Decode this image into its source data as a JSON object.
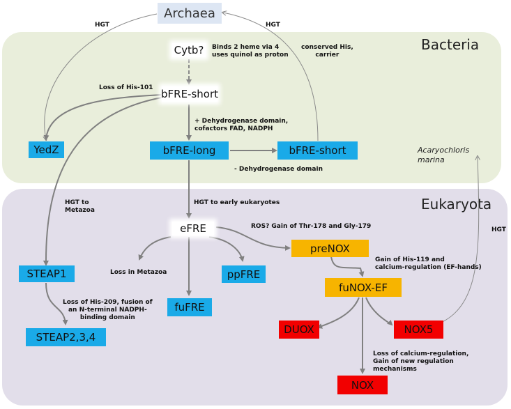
{
  "regions": {
    "bacteria": "Bacteria",
    "eukaryota": "Eukaryota"
  },
  "nodes": {
    "archaea": "Archaea",
    "cytb": "Cytb?",
    "bfre_short_top": "bFRE-short",
    "yedz": "YedZ",
    "bfre_long": "bFRE-long",
    "bfre_short_right": "bFRE-short",
    "efre": "eFRE",
    "prenox": "preNOX",
    "steap1": "STEAP1",
    "ppfre": "ppFRE",
    "fufre": "fuFRE",
    "funox_ef": "fuNOX-EF",
    "steap234": "STEAP2,3,4",
    "duox": "DUOX",
    "nox5": "NOX5",
    "nox": "NOX"
  },
  "notes": {
    "hgt_left": "HGT",
    "hgt_top_right": "HGT",
    "binds_heme": [
      "Binds 2 heme via 4",
      "uses quinol as proton"
    ],
    "conserved_his": [
      "conserved His,",
      "carrier"
    ],
    "loss_his101": "Loss of His-101",
    "dehydrogenase_gain": [
      "+ Dehydrogenase domain,",
      "cofactors FAD, NADPH"
    ],
    "dehydrogenase_loss": "- Dehydrogenase domain",
    "acaryochloris": [
      "Acaryochloris",
      "marina"
    ],
    "hgt_metazoa": [
      "HGT to",
      "Metazoa"
    ],
    "hgt_early_euk": "HGT to early eukaryotes",
    "ros_gain": "ROS? Gain of Thr-178 and Gly-179",
    "hgt_right": "HGT",
    "gain_his119": [
      "Gain of His-119 and",
      "calcium-regulation (EF-hands)"
    ],
    "loss_metazoa": "Loss in Metazoa",
    "loss_his209": [
      "Loss of His-209, fusion of",
      "an N-terminal NADPH-",
      "binding domain"
    ],
    "loss_calcium": [
      "Loss of calcium-regulation,",
      "Gain of new regulation",
      "mechanisms"
    ]
  },
  "colors": {
    "bacteria_bg": "#e9eedb",
    "eukaryota_bg": "#e2deea",
    "blue_node": "#1aaae8",
    "orange_node": "#f7b400",
    "red_node": "#f20000",
    "arrow": "#808080"
  }
}
